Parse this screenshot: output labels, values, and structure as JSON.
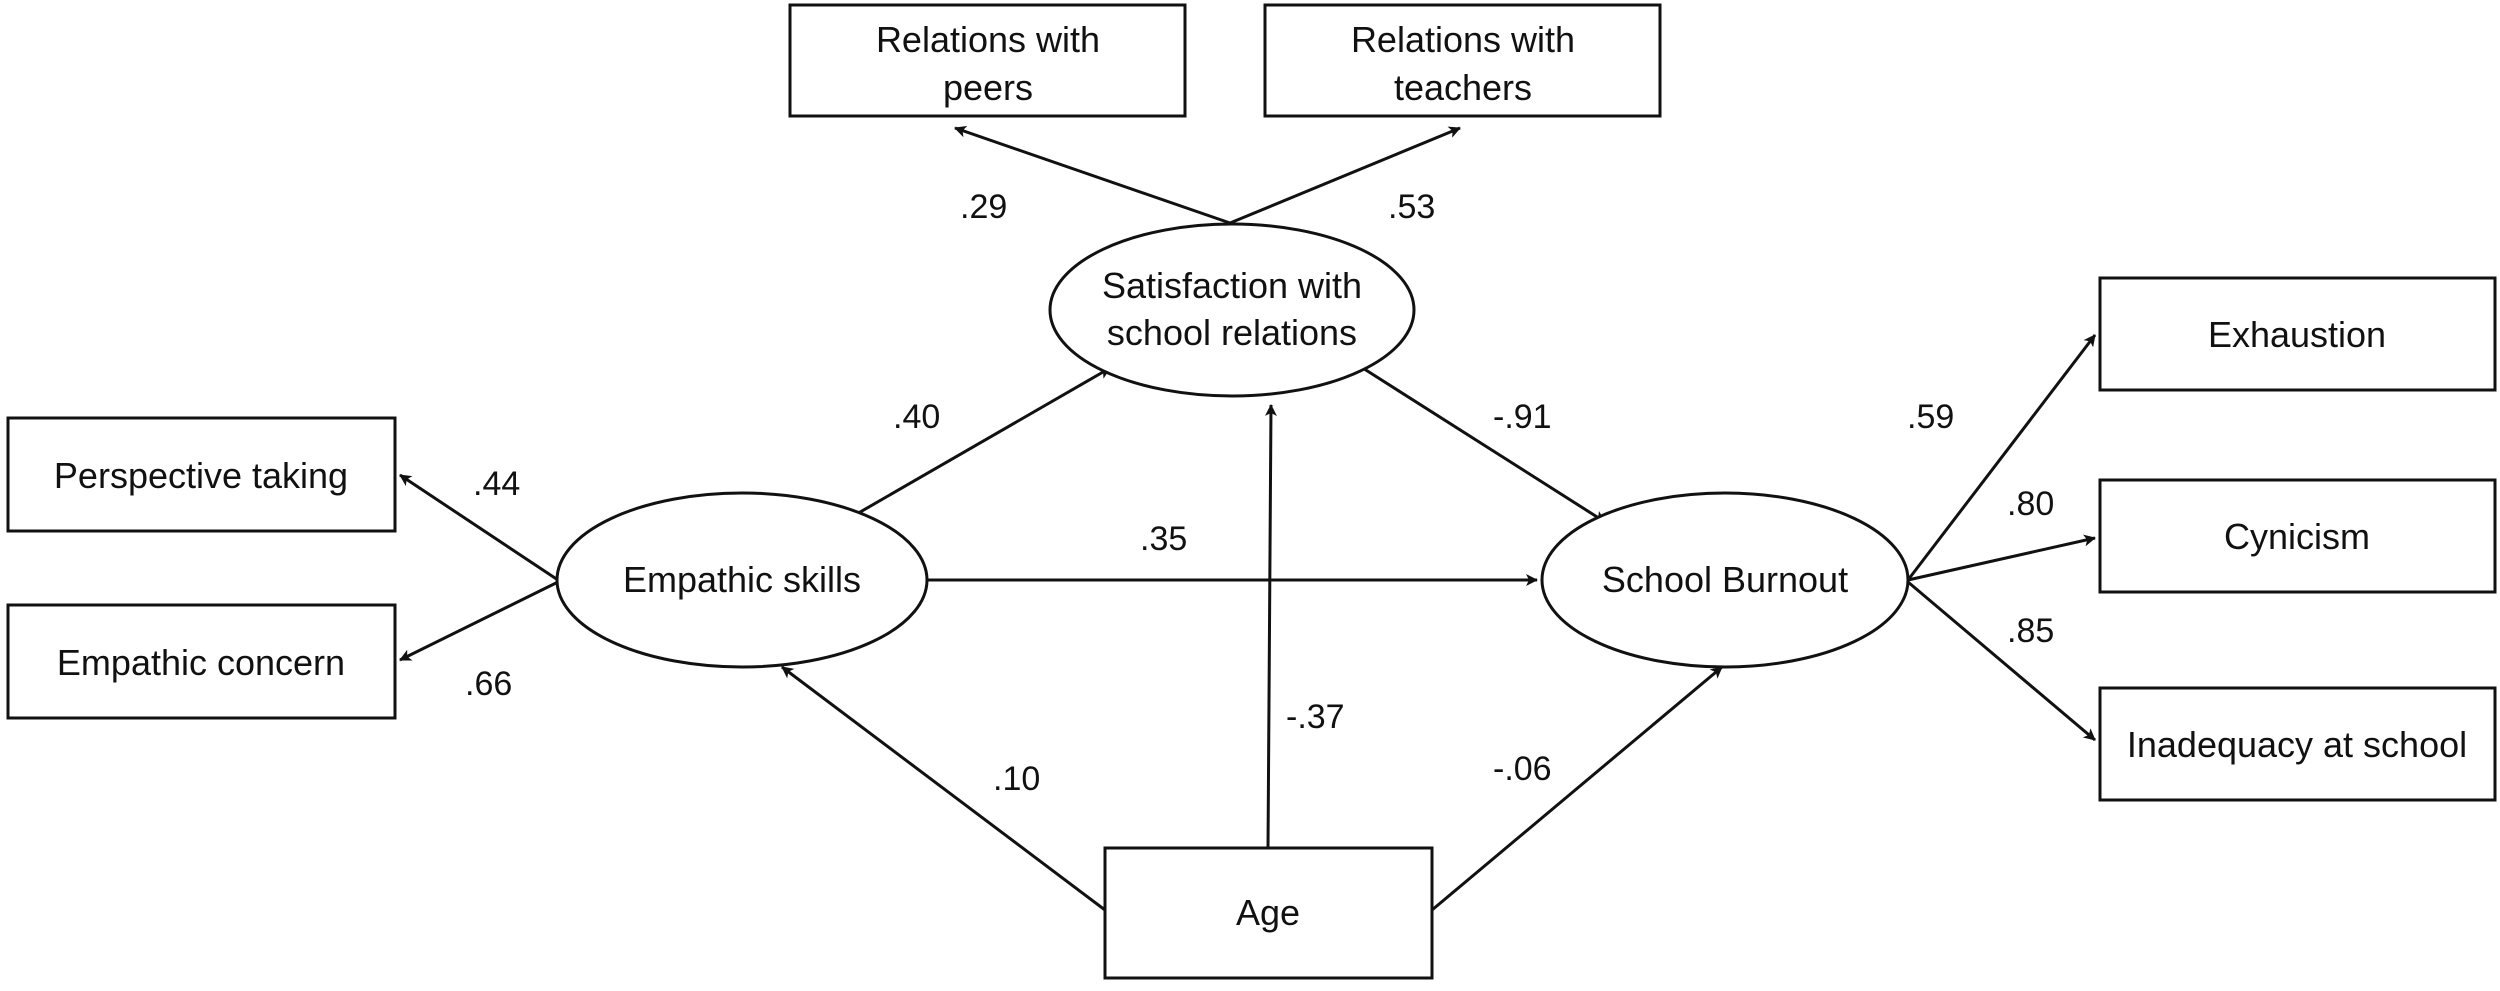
{
  "nodes": {
    "relations_peers": {
      "lines": [
        "Relations with",
        "peers"
      ]
    },
    "relations_teachers": {
      "lines": [
        "Relations with",
        "teachers"
      ]
    },
    "satisfaction": {
      "lines": [
        "Satisfaction with",
        "school relations"
      ]
    },
    "perspective": {
      "lines": [
        "Perspective taking"
      ]
    },
    "empathic_concern": {
      "lines": [
        "Empathic concern"
      ]
    },
    "empathic_skills": {
      "lines": [
        "Empathic skills"
      ]
    },
    "school_burnout": {
      "lines": [
        "School Burnout"
      ]
    },
    "exhaustion": {
      "lines": [
        "Exhaustion"
      ]
    },
    "cynicism": {
      "lines": [
        "Cynicism"
      ]
    },
    "inadequacy": {
      "lines": [
        "Inadequacy at school"
      ]
    },
    "age": {
      "lines": [
        "Age"
      ]
    }
  },
  "paths": {
    "satisfaction_to_peers": ".29",
    "satisfaction_to_teachers": ".53",
    "empathic_to_satisfaction": ".40",
    "satisfaction_to_burnout": "-.91",
    "empathic_to_perspective": ".44",
    "empathic_to_concern": ".66",
    "empathic_to_burnout": ".35",
    "age_to_empathic": ".10",
    "age_to_satisfaction": "-.37",
    "age_to_burnout": "-.06",
    "burnout_to_exhaustion": ".59",
    "burnout_to_cynicism": ".80",
    "burnout_to_inadequacy": ".85"
  }
}
